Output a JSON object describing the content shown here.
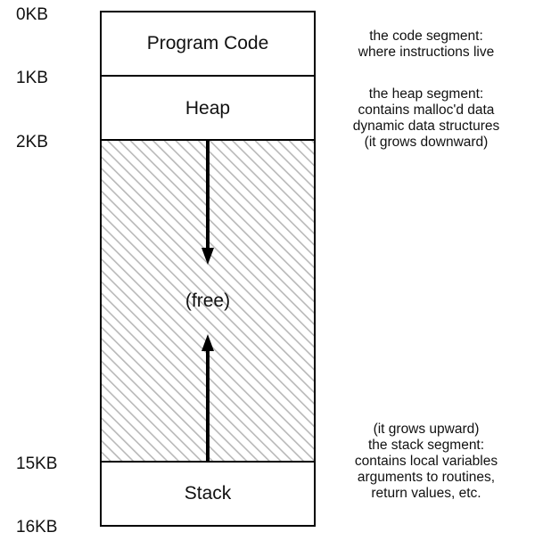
{
  "addresses": {
    "a0": "0KB",
    "a1": "1KB",
    "a2": "2KB",
    "a15": "15KB",
    "a16": "16KB"
  },
  "segments": {
    "code": "Program Code",
    "heap": "Heap",
    "free": "(free)",
    "stack": "Stack"
  },
  "notes": {
    "code": [
      "the code segment:",
      "where instructions live"
    ],
    "heap": [
      "the heap segment:",
      "contains malloc'd data",
      "dynamic data structures",
      "(it grows downward)"
    ],
    "stack": [
      "(it grows upward)",
      "the stack segment:",
      "contains local variables",
      "arguments to routines,",
      "return values, etc."
    ]
  },
  "colors": {
    "outline": "#000000",
    "hatch": "#b8b8b8",
    "free_background": "#ffffff"
  }
}
